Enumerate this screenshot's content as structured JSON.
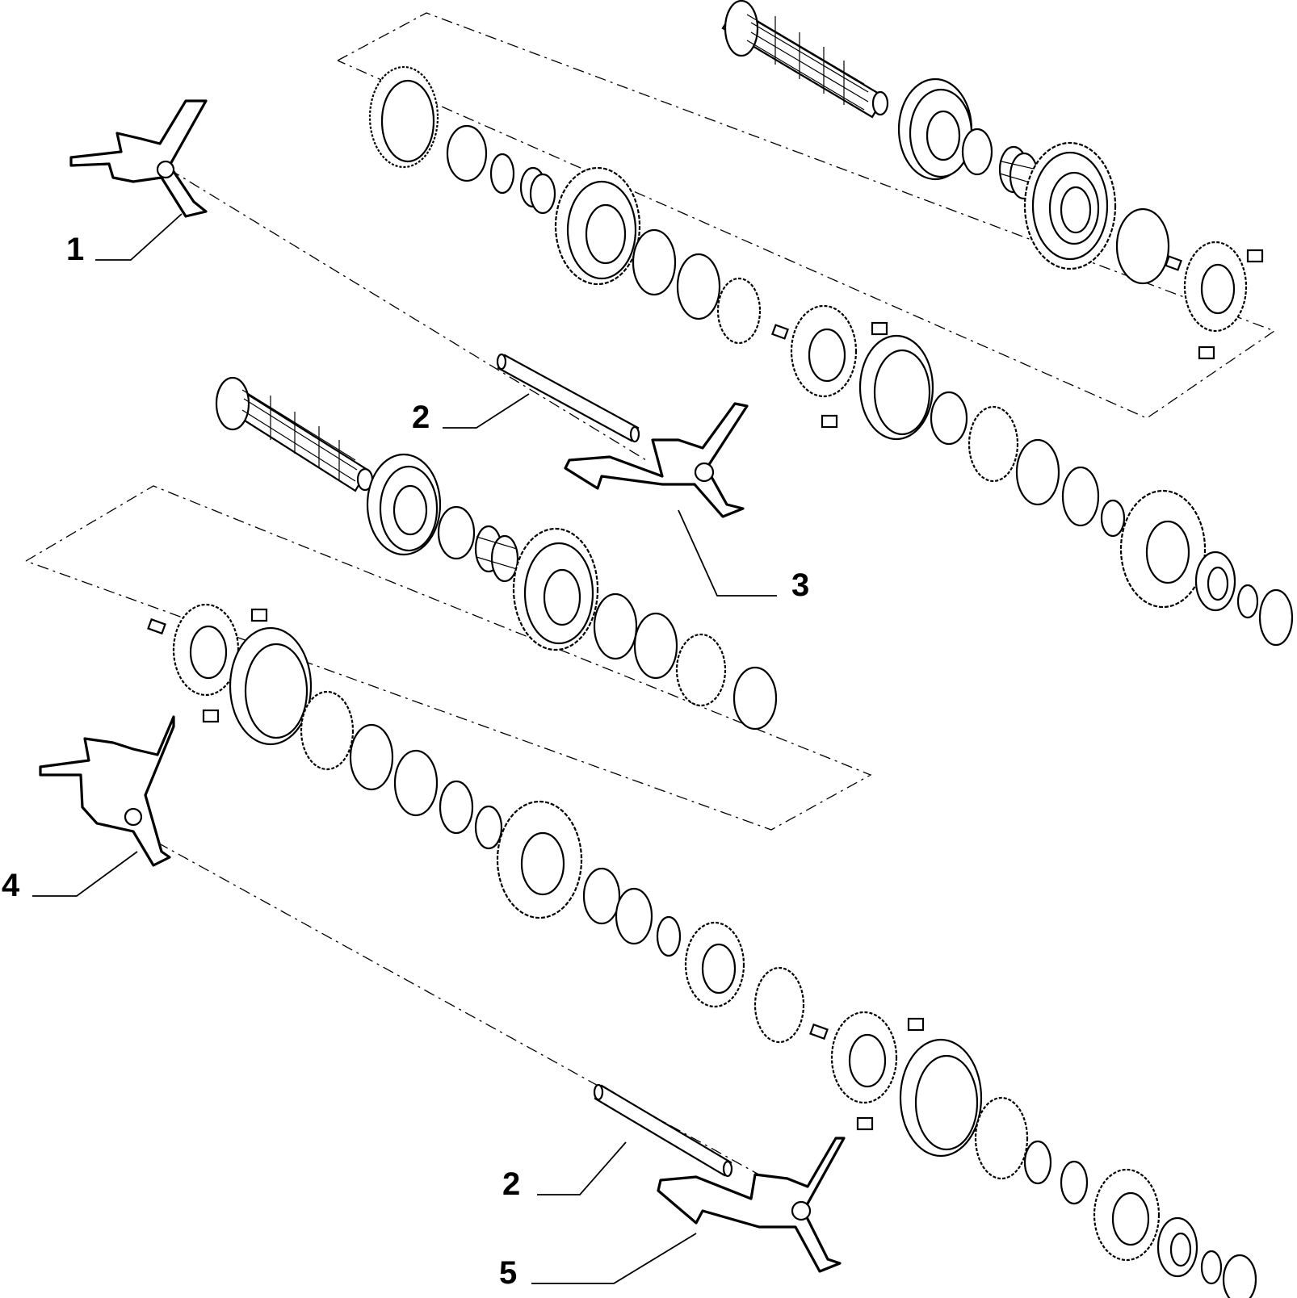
{
  "diagram": {
    "callouts": [
      {
        "id": "c1",
        "label": "1"
      },
      {
        "id": "c2a",
        "label": "2"
      },
      {
        "id": "c3",
        "label": "3"
      },
      {
        "id": "c4",
        "label": "4"
      },
      {
        "id": "c2b",
        "label": "2"
      },
      {
        "id": "c5",
        "label": "5"
      }
    ]
  }
}
